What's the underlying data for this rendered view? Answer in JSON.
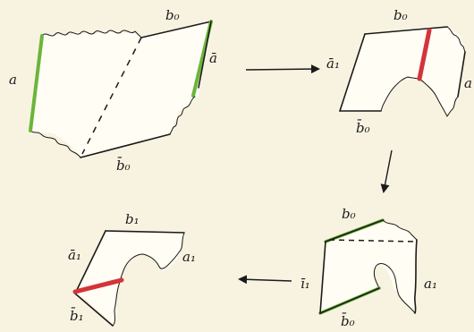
{
  "colors": {
    "background": "#f8f3e1",
    "ink": "#1a1a1a",
    "green_edge": "#6bb53a",
    "red_edge": "#d3343a"
  },
  "stages": {
    "top_left": {
      "label_left": "a",
      "label_top": "b₀",
      "label_right": "ā",
      "label_bottom": "b̄₀"
    },
    "top_right": {
      "label_top": "b₀",
      "label_left": "ā₁",
      "label_bottom": "b̄₀",
      "label_right": "a"
    },
    "bottom_right": {
      "label_top": "b₀",
      "label_left": "ī₁",
      "label_bottom": "b̄₀",
      "label_right": "a₁"
    },
    "bottom_left": {
      "label_top": "b₁",
      "label_left_top": "ā₁",
      "label_right": "a₁",
      "label_left_bottom": "b̄₁"
    }
  }
}
